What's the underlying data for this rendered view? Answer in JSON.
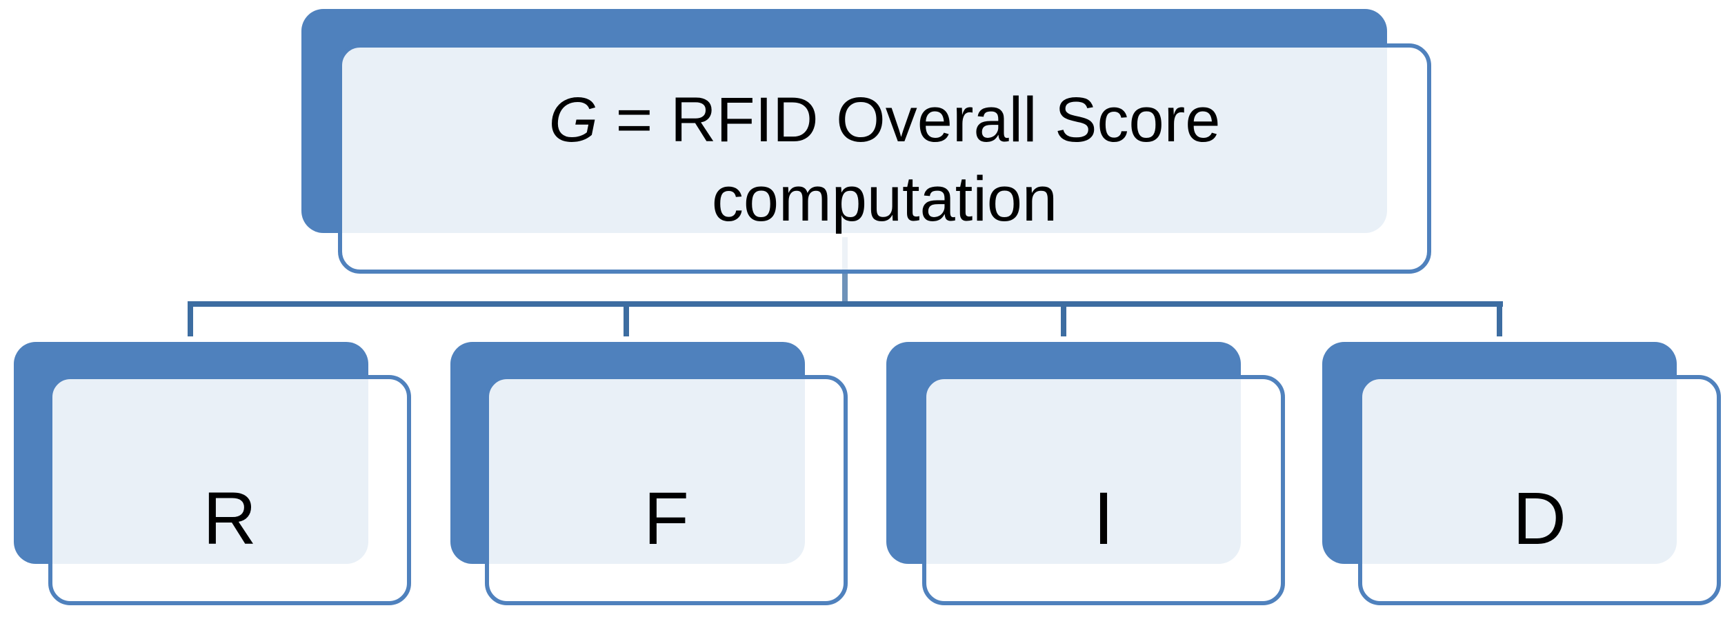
{
  "diagram": {
    "colors": {
      "card_fill": "#4f81bd",
      "card_border": "#4f81bd",
      "connector": "#3d6da1",
      "background": "#ffffff"
    },
    "root": {
      "variable": "G",
      "label_line1": " = RFID Overall Score",
      "label_line2": "computation"
    },
    "children": [
      {
        "label": "R"
      },
      {
        "label": "F"
      },
      {
        "label": "I"
      },
      {
        "label": "D"
      }
    ]
  }
}
